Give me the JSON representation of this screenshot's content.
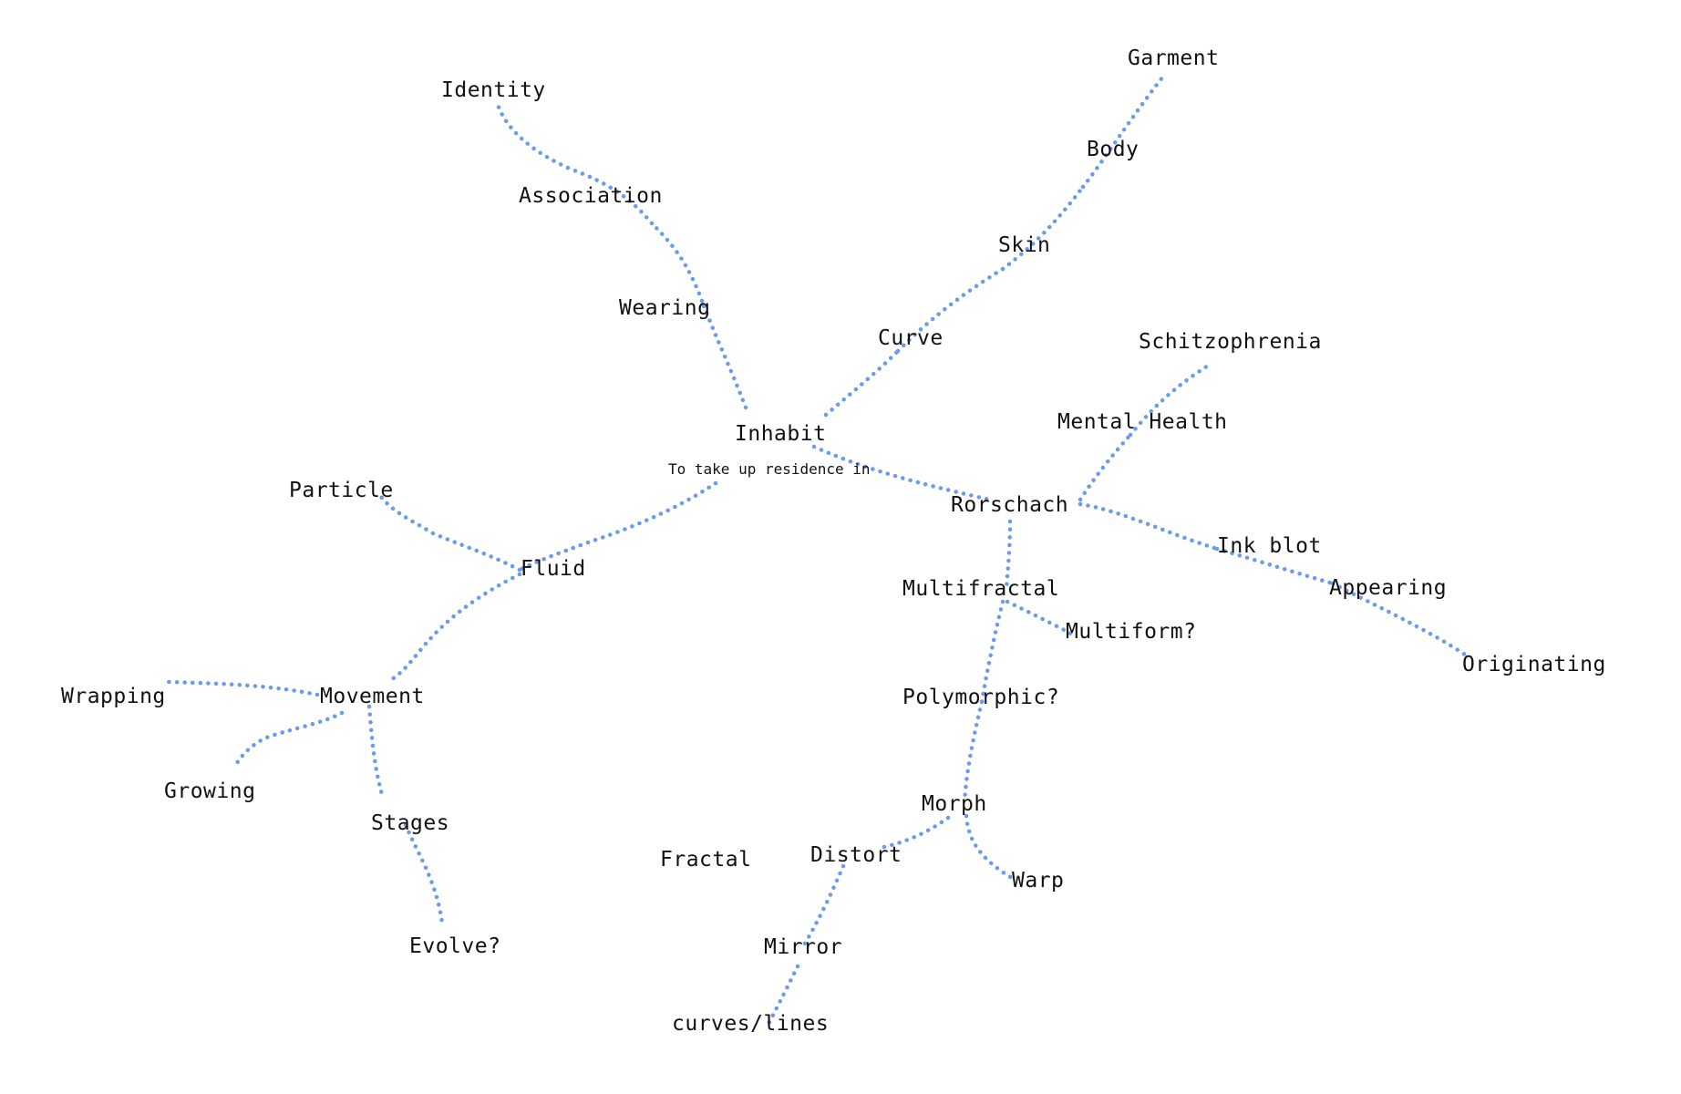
{
  "colors": {
    "edge": "#6b9bea",
    "text": "#111111",
    "background": "#ffffff"
  },
  "center": {
    "label": "Inhabit",
    "definition": "To take up residence in"
  },
  "nodes": [
    {
      "id": "identity",
      "label": "Identity"
    },
    {
      "id": "association",
      "label": "Association"
    },
    {
      "id": "wearing",
      "label": "Wearing"
    },
    {
      "id": "garment",
      "label": "Garment"
    },
    {
      "id": "body",
      "label": "Body"
    },
    {
      "id": "skin",
      "label": "Skin"
    },
    {
      "id": "curve",
      "label": "Curve"
    },
    {
      "id": "schitzophrenia",
      "label": "Schitzophrenia"
    },
    {
      "id": "mental-health",
      "label": "Mental Health"
    },
    {
      "id": "rorschach",
      "label": "Rorschach"
    },
    {
      "id": "ink-blot",
      "label": "Ink blot"
    },
    {
      "id": "appearing",
      "label": "Appearing"
    },
    {
      "id": "originating",
      "label": "Originating"
    },
    {
      "id": "multifractal",
      "label": "Multifractal"
    },
    {
      "id": "multiform",
      "label": "Multiform?"
    },
    {
      "id": "polymorphic",
      "label": "Polymorphic?"
    },
    {
      "id": "morph",
      "label": "Morph"
    },
    {
      "id": "warp",
      "label": "Warp"
    },
    {
      "id": "distort",
      "label": "Distort"
    },
    {
      "id": "mirror",
      "label": "Mirror"
    },
    {
      "id": "curves-lines",
      "label": "curves/lines"
    },
    {
      "id": "fractal",
      "label": "Fractal"
    },
    {
      "id": "particle",
      "label": "Particle"
    },
    {
      "id": "fluid",
      "label": "Fluid"
    },
    {
      "id": "movement",
      "label": "Movement"
    },
    {
      "id": "wrapping",
      "label": "Wrapping"
    },
    {
      "id": "growing",
      "label": "Growing"
    },
    {
      "id": "stages",
      "label": "Stages"
    },
    {
      "id": "evolve",
      "label": "Evolve?"
    }
  ]
}
